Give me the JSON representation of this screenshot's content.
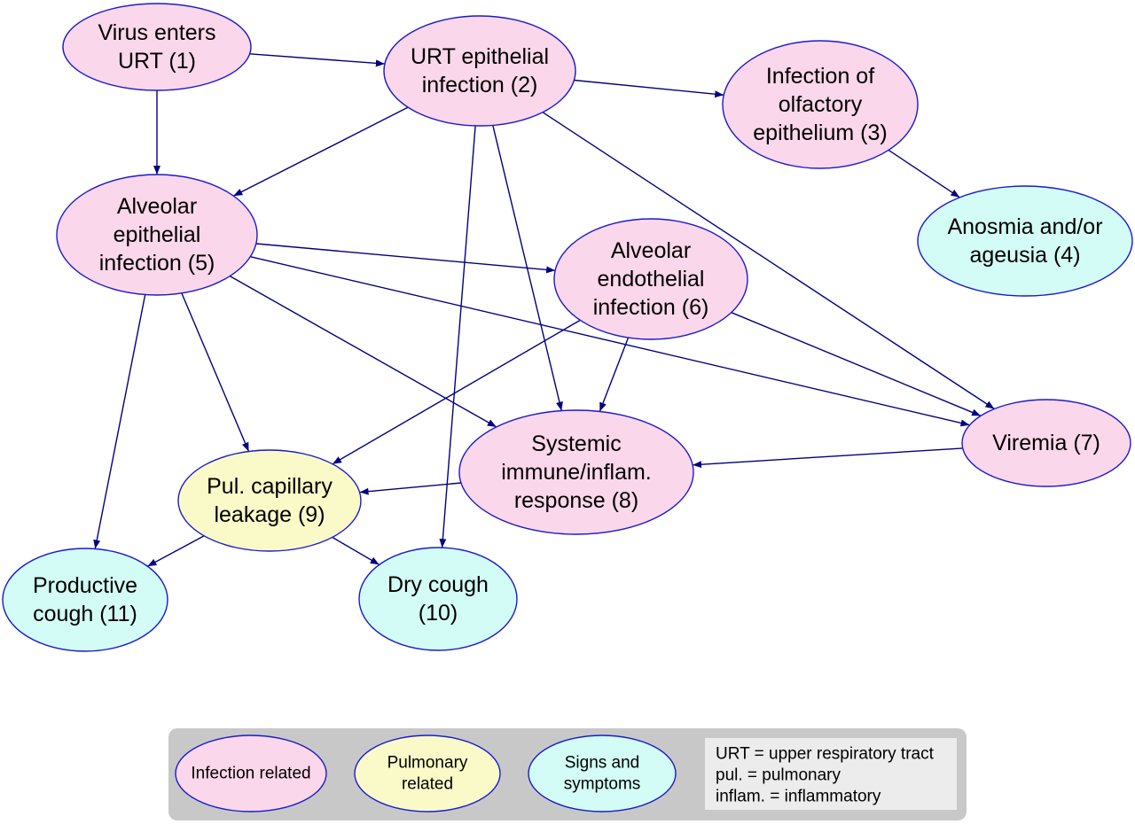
{
  "colors": {
    "infection": "#fad7ea",
    "pulmonary": "#fafac8",
    "symptom": "#d2fcf5",
    "edge": "#000080",
    "node_border": "#1a1acc",
    "legend_background": "#c8c8c8",
    "abbreviations_background": "#ececec"
  },
  "nodes": {
    "n1": {
      "lines": [
        "Virus enters",
        "URT (1)"
      ],
      "category": "infection"
    },
    "n2": {
      "lines": [
        "URT epithelial",
        "infection (2)"
      ],
      "category": "infection"
    },
    "n3": {
      "lines": [
        "Infection of",
        "olfactory",
        "epithelium (3)"
      ],
      "category": "infection"
    },
    "n4": {
      "lines": [
        "Anosmia and/or",
        "ageusia (4)"
      ],
      "category": "symptom"
    },
    "n5": {
      "lines": [
        "Alveolar",
        "epithelial",
        "infection (5)"
      ],
      "category": "infection"
    },
    "n6": {
      "lines": [
        "Alveolar",
        "endothelial",
        "infection (6)"
      ],
      "category": "infection"
    },
    "n7": {
      "lines": [
        "Viremia (7)"
      ],
      "category": "infection"
    },
    "n8": {
      "lines": [
        "Systemic",
        "immune/inflam.",
        "response (8)"
      ],
      "category": "infection"
    },
    "n9": {
      "lines": [
        "Pul. capillary",
        "leakage (9)"
      ],
      "category": "pulmonary"
    },
    "n10": {
      "lines": [
        "Dry cough",
        "(10)"
      ],
      "category": "symptom"
    },
    "n11": {
      "lines": [
        "Productive",
        "cough (11)"
      ],
      "category": "symptom"
    }
  },
  "edges": [
    [
      "n1",
      "n2"
    ],
    [
      "n1",
      "n5"
    ],
    [
      "n2",
      "n3"
    ],
    [
      "n2",
      "n5"
    ],
    [
      "n2",
      "n10"
    ],
    [
      "n2",
      "n8"
    ],
    [
      "n2",
      "n7"
    ],
    [
      "n3",
      "n4"
    ],
    [
      "n5",
      "n6"
    ],
    [
      "n5",
      "n7"
    ],
    [
      "n5",
      "n8"
    ],
    [
      "n5",
      "n9"
    ],
    [
      "n5",
      "n11"
    ],
    [
      "n6",
      "n9"
    ],
    [
      "n6",
      "n8"
    ],
    [
      "n6",
      "n7"
    ],
    [
      "n7",
      "n8"
    ],
    [
      "n8",
      "n9"
    ],
    [
      "n9",
      "n11"
    ],
    [
      "n9",
      "n10"
    ]
  ],
  "legend": {
    "items": [
      {
        "lines": [
          "Infection related"
        ],
        "category": "infection"
      },
      {
        "lines": [
          "Pulmonary",
          "related"
        ],
        "category": "pulmonary"
      },
      {
        "lines": [
          "Signs and",
          "symptoms"
        ],
        "category": "symptom"
      }
    ],
    "abbreviations": [
      "URT = upper respiratory tract",
      "pul. = pulmonary",
      "inflam. = inflammatory"
    ]
  }
}
